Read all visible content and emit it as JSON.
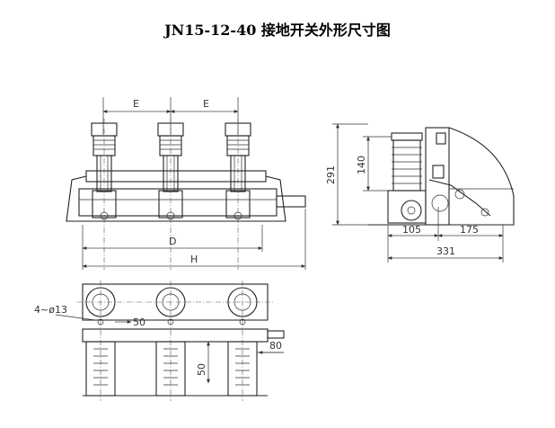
{
  "title": "JN15-12-40 接地开关外形尺寸图",
  "front_view": {
    "dim_e_left": "E",
    "dim_e_right": "E",
    "dim_d": "D",
    "dim_h": "H"
  },
  "side_view": {
    "dim_291": "291",
    "dim_140": "140",
    "dim_105": "105",
    "dim_175": "175",
    "dim_331": "331"
  },
  "top_view": {
    "hole_note": "4~ø13",
    "dim_50_top": "50",
    "dim_80": "80",
    "dim_50_bottom": "50"
  }
}
